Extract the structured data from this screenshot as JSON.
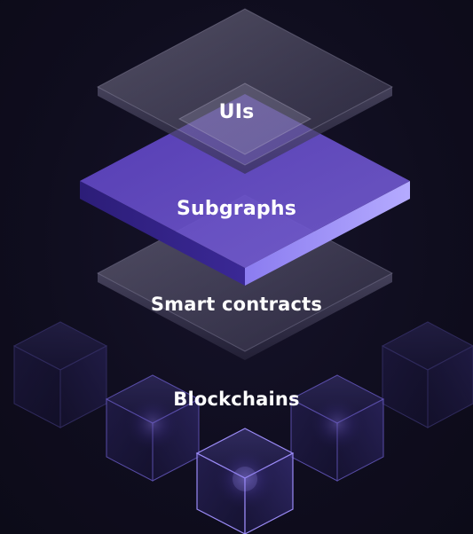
{
  "layers": {
    "uis": "UIs",
    "subgraphs": "Subgraphs",
    "smart_contracts": "Smart contracts",
    "blockchains": "Blockchains"
  },
  "colors": {
    "background": "#0f0d1e",
    "glass_layer": "#6e6a86",
    "accent_layer": "#6549c6",
    "accent_edge": "#3d2a96",
    "cube_edge": "#8f7cf0"
  }
}
